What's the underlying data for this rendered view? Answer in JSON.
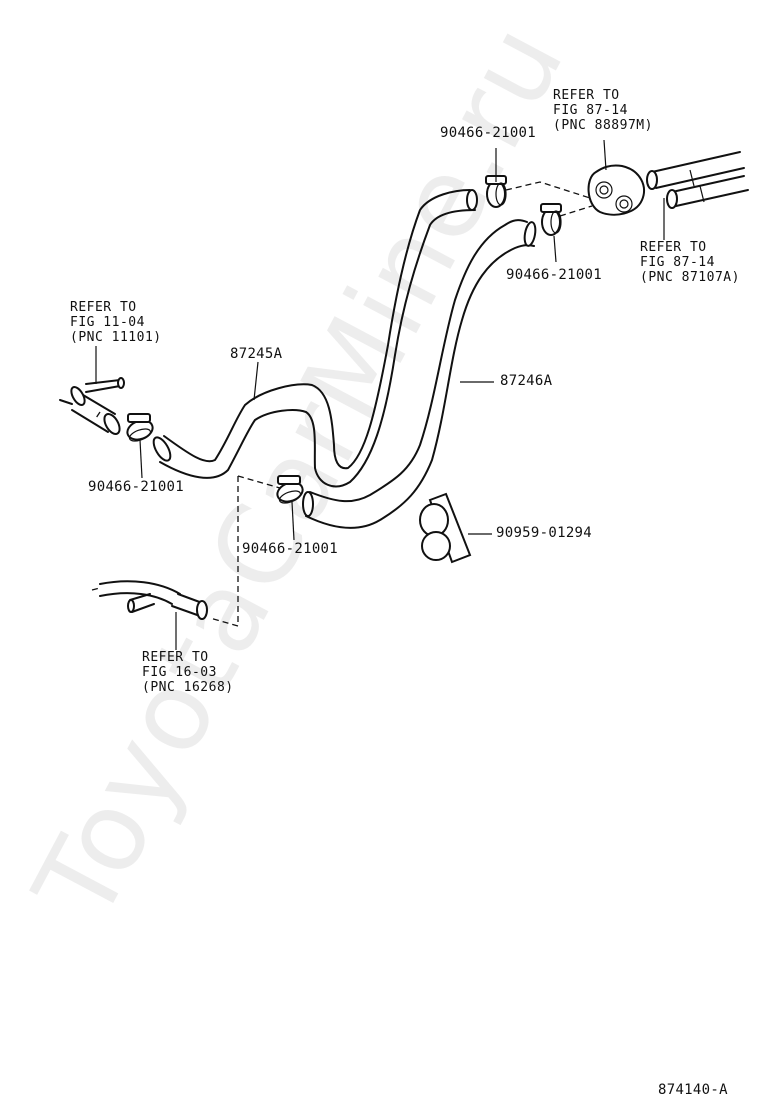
{
  "watermark": "ToyotaCarMine.ru",
  "figure_code": "874140-A",
  "part_numbers": {
    "hose_a": "87245A",
    "hose_b": "87246A",
    "grommet": "90959-01294",
    "clamp_top": "90466-21001",
    "clamp_right": "90466-21001",
    "clamp_left": "90466-21001",
    "clamp_mid": "90466-21001"
  },
  "references": {
    "ref_fig_87_14_88897m": {
      "line1": "REFER TO",
      "line2": "FIG 87-14",
      "line3": "(PNC 88897M)"
    },
    "ref_fig_87_14_87107a": {
      "line1": "REFER TO",
      "line2": "FIG 87-14",
      "line3": "(PNC 87107A)"
    },
    "ref_fig_11_04": {
      "line1": "REFER TO",
      "line2": "FIG 11-04",
      "line3": "(PNC 11101)"
    },
    "ref_fig_16_03": {
      "line1": "REFER TO",
      "line2": "FIG 16-03",
      "line3": "(PNC 16268)"
    }
  }
}
